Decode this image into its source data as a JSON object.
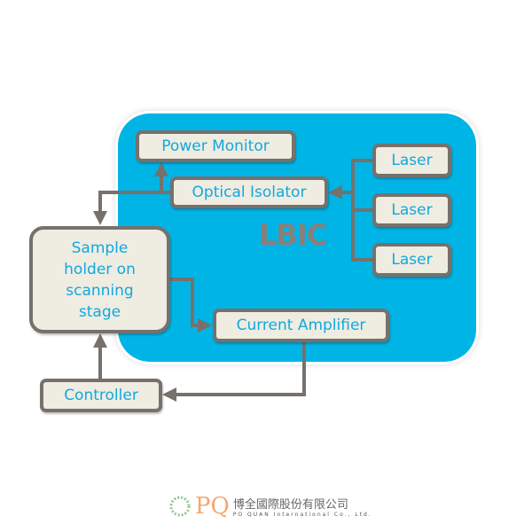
{
  "diagram": {
    "panel_label": "LBIC",
    "boxes": {
      "power_monitor": "Power Monitor",
      "optical_isolator": "Optical Isolator",
      "laser_1": "Laser",
      "laser_2": "Laser",
      "laser_3": "Laser",
      "sample_holder": "Sample holder on scanning stage",
      "current_amplifier": "Current Amplifier",
      "controller": "Controller"
    },
    "colors": {
      "panel": "#00b4e6",
      "box": "#efece2",
      "border": "#77716c",
      "text": "#11a9dd"
    }
  },
  "logo": {
    "mark": "PQ",
    "name_cn": "博全國際股份有限公司",
    "name_en": "PO QUAN International Co., Ltd."
  }
}
